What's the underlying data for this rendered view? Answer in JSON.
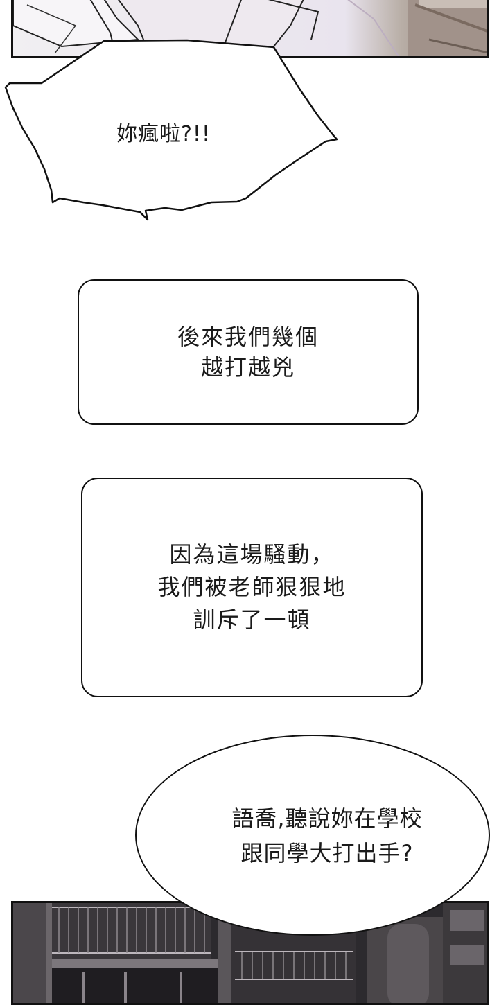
{
  "panels": {
    "top_panel": "cropped-character-artwork",
    "bottom_panel": "apartment-building-night"
  },
  "shout_bubble": {
    "text": "妳瘋啦?!!"
  },
  "narration_1": {
    "lines": [
      "後來我們幾個",
      "越打越兇"
    ]
  },
  "narration_2": {
    "lines": [
      "因為這場騷動，",
      "我們被老師狠狠地",
      "訓斥了一頓"
    ]
  },
  "speech_bubble": {
    "lines": [
      "語喬,聽說妳在學校",
      "跟同學大打出手?"
    ]
  },
  "colors": {
    "ink": "#111111",
    "paper": "#ffffff",
    "hair_accent": "#4aa3e0",
    "building_dark": "#2c2a2e"
  }
}
